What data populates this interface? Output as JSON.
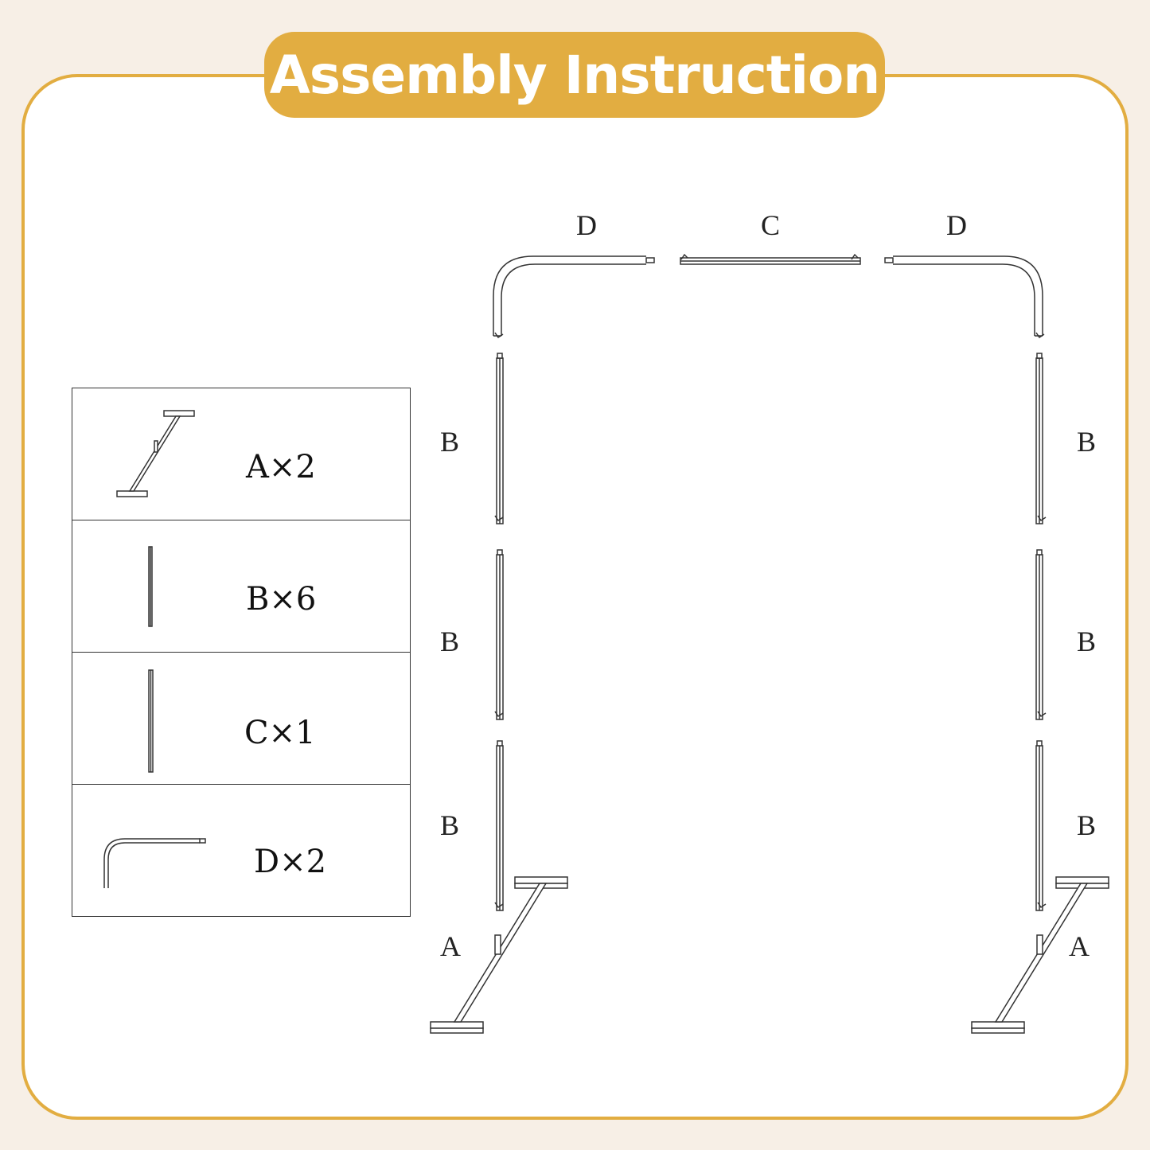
{
  "header": {
    "title": "Assembly Instruction"
  },
  "colors": {
    "accent": "#e2ad41",
    "background": "#f7efe6",
    "panel": "#ffffff",
    "line": "#333333"
  },
  "parts_list": [
    {
      "code": "A",
      "label": "A×2",
      "quantity": 2,
      "icon": "base-stand-icon"
    },
    {
      "code": "B",
      "label": "B×6",
      "quantity": 6,
      "icon": "straight-pole-icon"
    },
    {
      "code": "C",
      "label": "C×1",
      "quantity": 1,
      "icon": "crossbar-icon"
    },
    {
      "code": "D",
      "label": "D×2",
      "quantity": 2,
      "icon": "curved-corner-icon"
    }
  ],
  "diagram": {
    "top_left_label": "D",
    "top_center_label": "C",
    "top_right_label": "D",
    "left_labels": [
      "B",
      "B",
      "B",
      "A"
    ],
    "right_labels": [
      "B",
      "B",
      "B",
      "A"
    ]
  }
}
